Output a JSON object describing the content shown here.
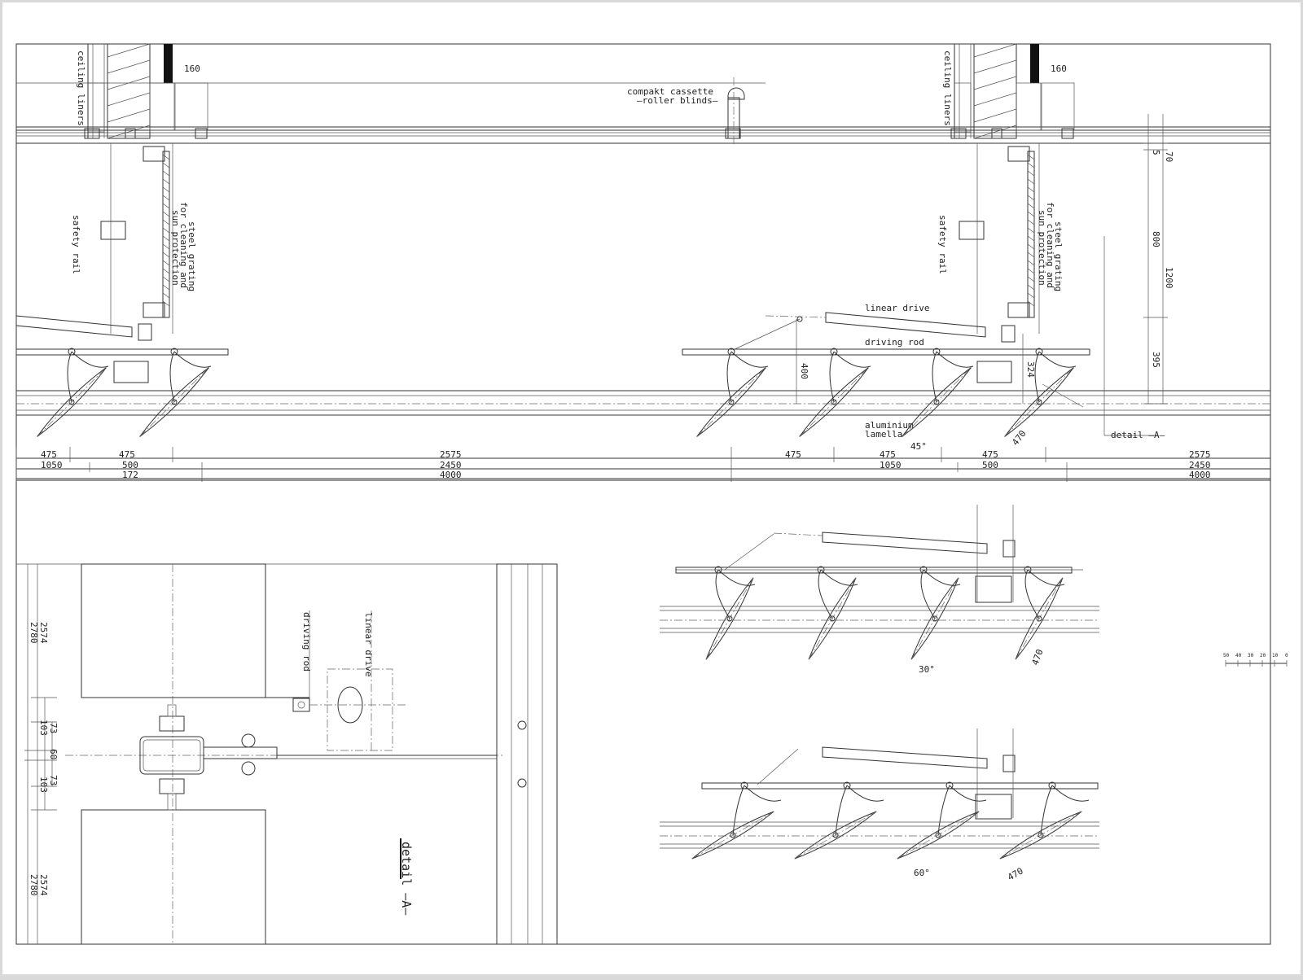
{
  "labels": {
    "ceiling_liners": "ceiling liners",
    "compakt_cassette": "compakt cassette",
    "roller_blinds": "—roller blinds—",
    "safety_rail": "safety rail",
    "steel_grating": "steel grating",
    "for_cleaning": "for cleaning and",
    "sun_protection": "sun protection",
    "linear_drive": "linear drive",
    "driving_rod": "driving rod",
    "aluminium": "aluminium",
    "lamella": "lamella",
    "detail_a_ref": "detail —A—",
    "detail_a_title": "detail —A—"
  },
  "dims_top": {
    "d160": "160",
    "d70": "70",
    "d5": "5",
    "d800": "800",
    "d1200": "1200",
    "d395": "395",
    "d400": "400",
    "d324": "324",
    "d470": "470",
    "a45": "45°"
  },
  "dim_rows": {
    "row1": [
      "475",
      "475",
      "2575",
      "475",
      "475",
      "475",
      "2575"
    ],
    "row2": [
      "1050",
      "500",
      "2450",
      "1050",
      "500",
      "2450"
    ],
    "row3": [
      "172",
      "4000",
      "4000"
    ]
  },
  "dims_detail": {
    "d2574": "2574",
    "d2780": "2780",
    "d103": "103",
    "d73": "73",
    "d60": "60"
  },
  "dims_right": {
    "a30": "30°",
    "a60": "60°",
    "d470": "470"
  },
  "scale_bar": {
    "ticks": [
      "50",
      "40",
      "30",
      "20",
      "10",
      "0"
    ]
  }
}
